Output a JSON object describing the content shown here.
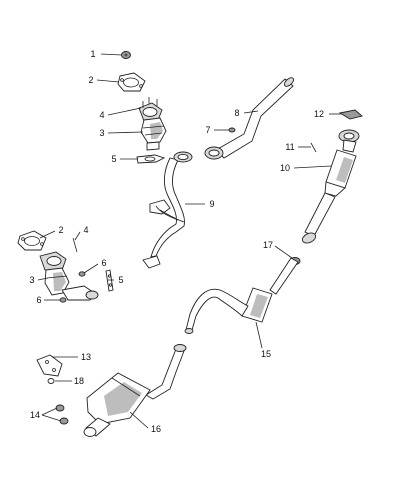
{
  "callouts": [
    {
      "id": "c1",
      "label": "1"
    },
    {
      "id": "c2a",
      "label": "2"
    },
    {
      "id": "c4a",
      "label": "4"
    },
    {
      "id": "c3a",
      "label": "3"
    },
    {
      "id": "c5a",
      "label": "5"
    },
    {
      "id": "c8",
      "label": "8"
    },
    {
      "id": "c7",
      "label": "7"
    },
    {
      "id": "c12",
      "label": "12"
    },
    {
      "id": "c11",
      "label": "11"
    },
    {
      "id": "c10",
      "label": "10"
    },
    {
      "id": "c9",
      "label": "9"
    },
    {
      "id": "c2b",
      "label": "2"
    },
    {
      "id": "c4b",
      "label": "4"
    },
    {
      "id": "c6a",
      "label": "6"
    },
    {
      "id": "c5b",
      "label": "5"
    },
    {
      "id": "c3b",
      "label": "3"
    },
    {
      "id": "c6b",
      "label": "6"
    },
    {
      "id": "c17",
      "label": "17"
    },
    {
      "id": "c15",
      "label": "15"
    },
    {
      "id": "c13",
      "label": "13"
    },
    {
      "id": "c18",
      "label": "18"
    },
    {
      "id": "c14",
      "label": "14"
    },
    {
      "id": "c16",
      "label": "16"
    }
  ],
  "colors": {
    "line": "#222222",
    "part_fill": "#ffffff",
    "shade": "#bdbdbd",
    "dark": "#9a9a9a"
  }
}
